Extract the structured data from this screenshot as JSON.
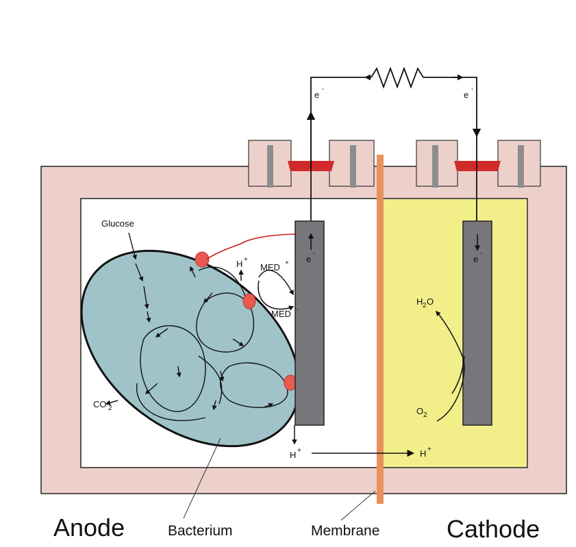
{
  "labels": {
    "electron_left": "e",
    "electron_right": "e",
    "electron_anode": "e",
    "electron_cathode": "e",
    "glucose": "Glucose",
    "h_plus_top": "H",
    "med_ox": "MED",
    "med_red": "MED",
    "co2": "CO",
    "co2_sub": "2",
    "h2o_h": "H",
    "h2o_sub": "2",
    "h2o_o": "O",
    "o2": "O",
    "o2_sub": "2",
    "h_plus_anode": "H",
    "h_plus_cathode": "H",
    "anode": "Anode",
    "bacterium": "Bacterium",
    "membrane": "Membrane",
    "cathode": "Cathode"
  },
  "colors": {
    "chamber_wall": "#eed0ca",
    "cathode_solution": "#f2ef8a",
    "bacterium_fill": "#9fc3c8",
    "electrode": "#77777b",
    "membrane": "#e9915e",
    "seal": "#d02a2a",
    "mediator_dot": "#e85a50"
  }
}
